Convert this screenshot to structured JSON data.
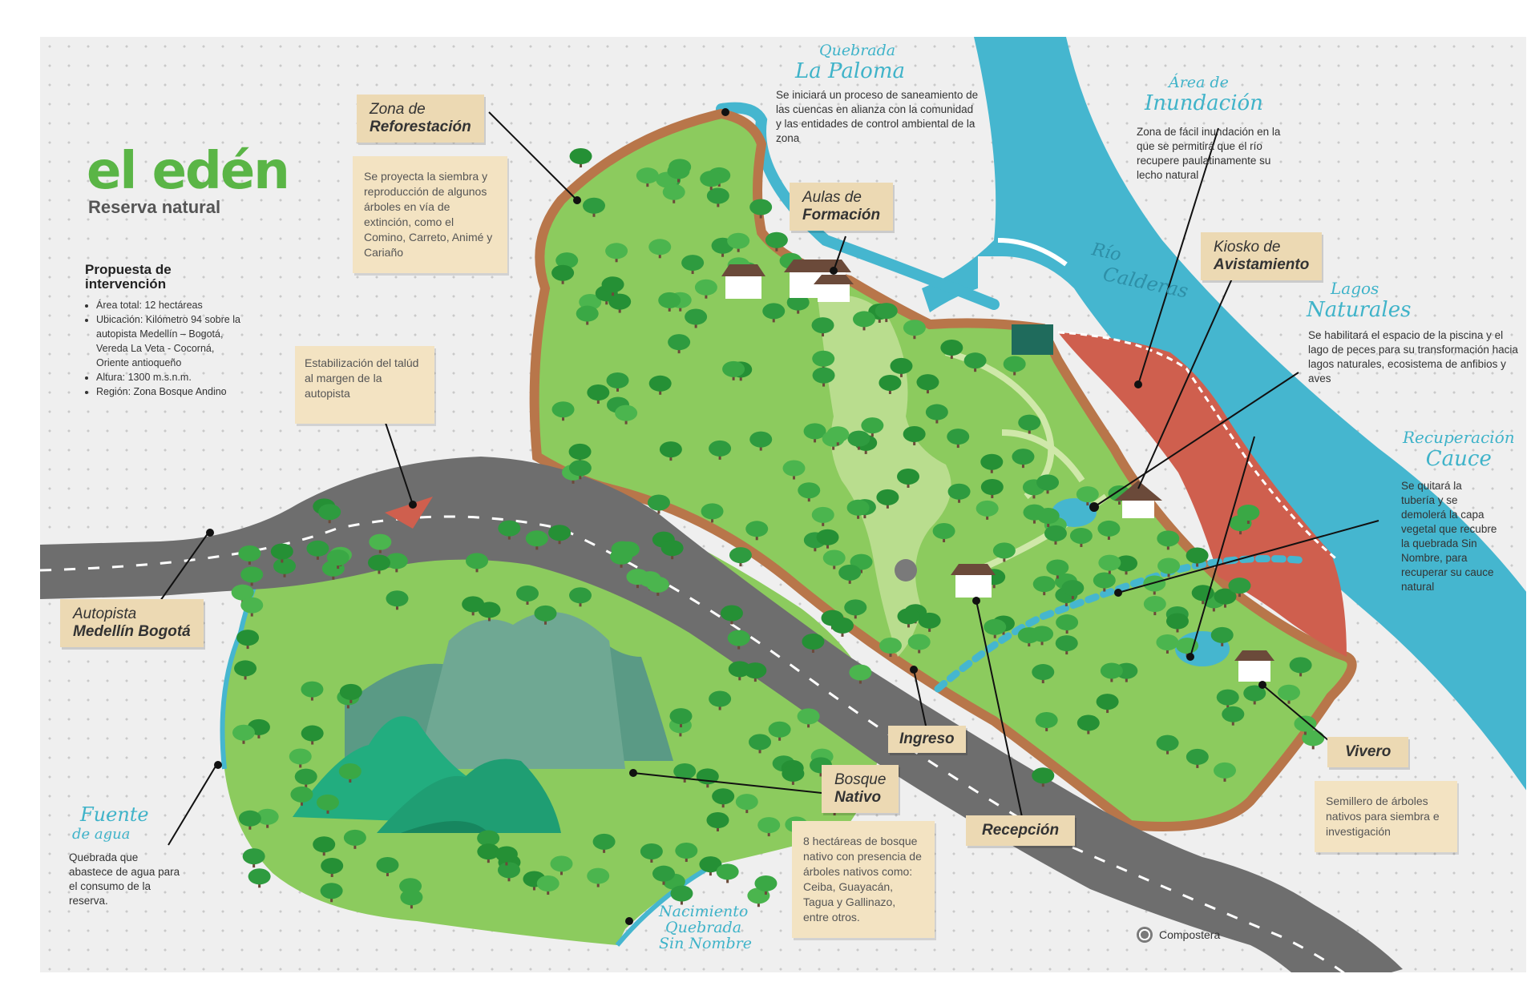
{
  "brand": {
    "logo_text": "el edén",
    "subtitle": "Reserva natural",
    "color_green": "#5ab546"
  },
  "proposal": {
    "title": "Propuesta de intervención",
    "items": [
      "Área total: 12 hectáreas",
      "Ubicación: Kilómetro 94 sobre la autopista Medellín – Bogotá, Vereda La Veta - Cocorná, Oriente antioqueño",
      "Altura: 1300 m.s.n.m.",
      "Región: Zona Bosque Andino"
    ]
  },
  "labels": {
    "quebrada_paloma": {
      "line1": "Quebrada",
      "line2": "La Paloma",
      "text": "Se iniciará un proceso de saneamiento de las cuencas en alianza con la comunidad y las entidades de control ambiental de la zona"
    },
    "reforestacion": {
      "line1": "Zona de",
      "line2": "Reforestación",
      "text": "Se proyecta la siembra y reproducción de algunos árboles en vía de extinción, como el Comino, Carreto, Animé y Cariaño"
    },
    "aulas": {
      "line1": "Aulas de",
      "line2": "Formación"
    },
    "area_inundacion": {
      "line1": "Área de",
      "line2": "Inundación",
      "text": "Zona de fácil inundación en la que se permitirá que el río recupere paulatinamente su lecho natural"
    },
    "kiosko": {
      "line1": "Kiosko de",
      "line2": "Avistamiento"
    },
    "rio": {
      "line1": "Río",
      "line2": "Calderas"
    },
    "lagos": {
      "line1": "Lagos",
      "line2": "Naturales",
      "text": "Se habilitará el espacio de la piscina y el lago de peces para su transformación hacia lagos naturales, ecosistema de anfibios y aves"
    },
    "recuperacion": {
      "line1": "Recuperación",
      "line2": "Cauce",
      "text": "Se quitará la tubería y se demolerá la capa vegetal que recubre la quebrada Sin Nombre, para recuperar su cauce natural"
    },
    "estabilizacion": {
      "text": "Estabilización del talúd al margen de la autopista"
    },
    "autopista": {
      "line1": "Autopista",
      "line2": "Medellín Bogotá"
    },
    "ingreso": {
      "line1": "Ingreso"
    },
    "recepcion": {
      "line1": "Recepción"
    },
    "vivero": {
      "line1": "Vivero",
      "text": "Semillero de árboles nativos para siembra e investigación"
    },
    "bosque": {
      "line1": "Bosque",
      "line2": "Nativo",
      "text": "8 hectáreas de bosque nativo con presencia de árboles nativos como: Ceiba, Guayacán, Tagua y Gallinazo, entre otros."
    },
    "fuente": {
      "line1": "Fuente",
      "line2": "de agua",
      "text": "Quebrada que abastece de agua para el consumo de la reserva."
    },
    "nacimiento": {
      "line1": "Nacimiento",
      "line2": "Quebrada",
      "line3": "Sin Nombre"
    },
    "compostera": {
      "text": "Compostera"
    }
  },
  "colors": {
    "river": "#45b6cf",
    "park_green": "#8ccb5e",
    "border_brown": "#b8764a",
    "flood_red": "#cf5f4e",
    "road": "#6e6e6e",
    "mountain_dark": "#5a9a85",
    "mountain_teal": "#22ad7f"
  }
}
